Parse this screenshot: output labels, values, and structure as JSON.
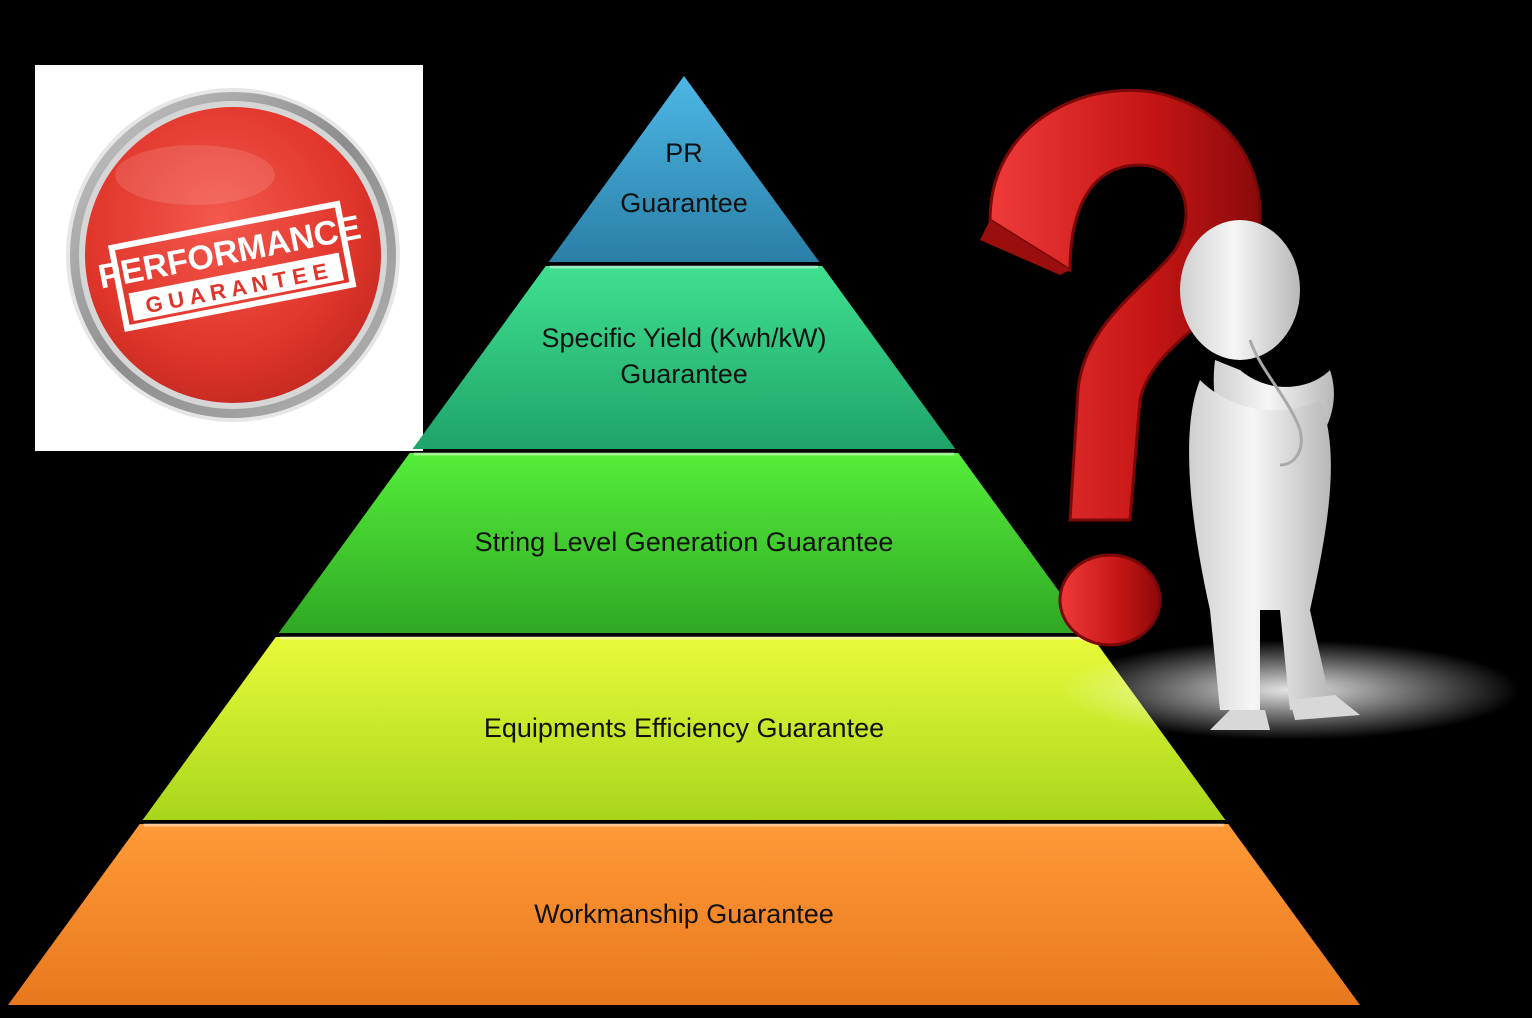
{
  "logo": {
    "line1": "PERFORMANCE",
    "line2": "G U A R A N T E E",
    "badge_color": "#e0352b"
  },
  "pyramid": {
    "tiers": [
      {
        "lines": [
          "PR",
          "Guarantee"
        ],
        "color_top": "#4db7e6",
        "color_bottom": "#2a7fa6"
      },
      {
        "lines": [
          "Specific Yield (Kwh/kW)",
          "Guarantee"
        ],
        "color_top": "#3fe08f",
        "color_bottom": "#1fa36a"
      },
      {
        "lines": [
          "String Level Generation  Guarantee"
        ],
        "color_top": "#55ee3a",
        "color_bottom": "#2fa824"
      },
      {
        "lines": [
          "Equipments Efficiency Guarantee"
        ],
        "color_top": "#e8fb3a",
        "color_bottom": "#a8d61c"
      },
      {
        "lines": [
          "Workmanship Guarantee"
        ],
        "color_top": "#ff9a38",
        "color_bottom": "#e8781e"
      }
    ]
  },
  "figure": {
    "icon": "question-mark-thinker-icon",
    "question_color": "#d81c1c"
  }
}
